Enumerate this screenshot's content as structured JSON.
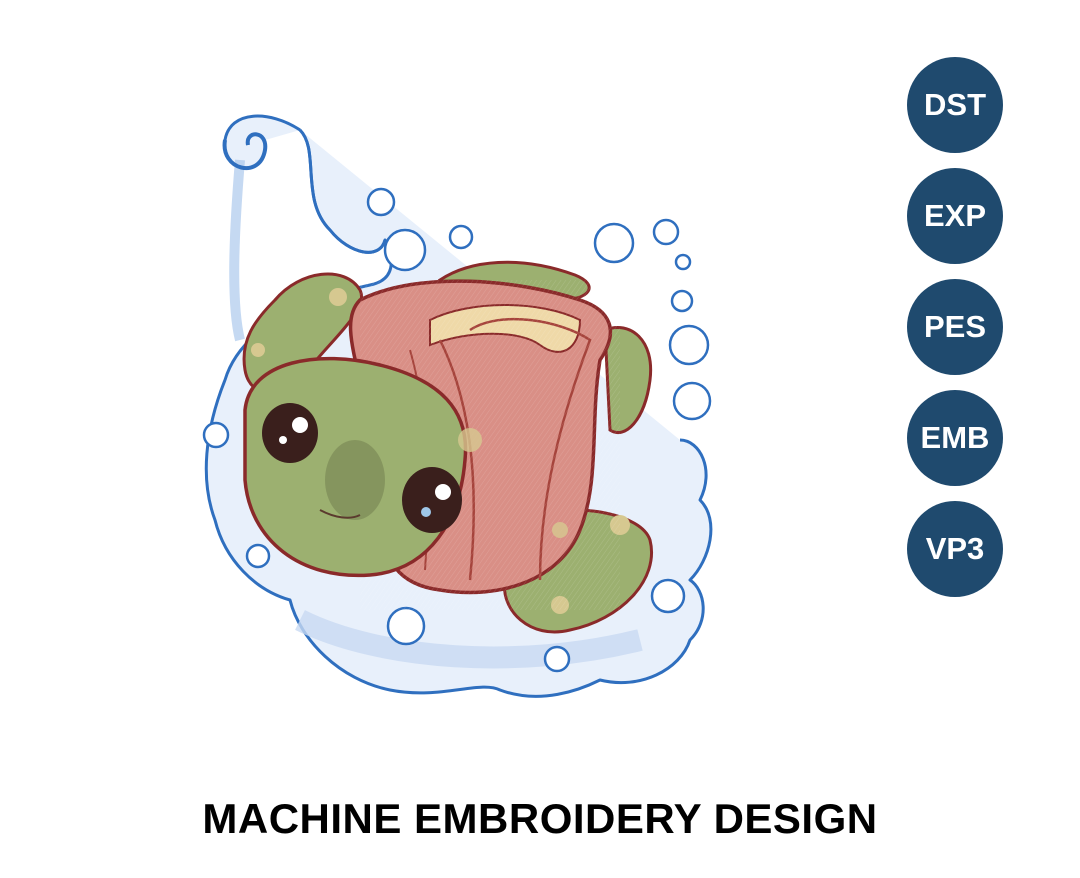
{
  "formats": [
    "DST",
    "EXP",
    "PES",
    "EMB",
    "VP3"
  ],
  "caption": "MACHINE EMBROIDERY DESIGN",
  "colors": {
    "badge_background": "#1f4a6e",
    "badge_text": "#ffffff",
    "caption_text": "#000000",
    "water_outline": "#2f6fbf",
    "turtle_skin": "#9cb070",
    "turtle_shell": "#d98f86",
    "shell_outline": "#8a2a2a"
  },
  "artwork": {
    "subject": "turtle-embroidery-illustration"
  }
}
